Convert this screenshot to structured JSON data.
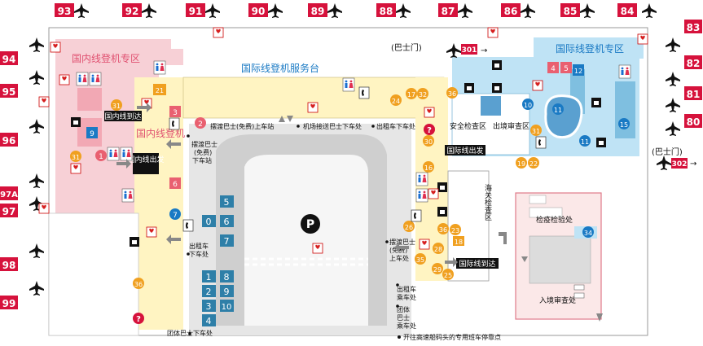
{
  "colors": {
    "gate_red": "#d6123c",
    "domestic_pink": "#f7d0d6",
    "intl_blue": "#bfe3f5",
    "corridor_yellow": "#fff4c2",
    "counter_yellow": "#fbe07a",
    "label_black": "#111111",
    "orange_badge": "#f0a020",
    "pink_badge": "#e96070",
    "blue_badge": "#1a7ac4",
    "teal_badge": "#2e97c9",
    "gray_road": "#dcdcdc",
    "dark_road": "#b9b9b9"
  },
  "gates_top": [
    "93",
    "92",
    "91",
    "90",
    "89",
    "88",
    "87",
    "86",
    "85",
    "84"
  ],
  "gates_left": [
    "94",
    "95",
    "96",
    "97A",
    "97",
    "98",
    "99"
  ],
  "gates_right": [
    "83",
    "82",
    "81",
    "80"
  ],
  "areas": {
    "domestic_checkin": "国内线登机专区",
    "intl_checkin": "国际线登机专区",
    "intl_service": "国际线登机服务台",
    "domestic_arrival": "国内线到达",
    "domestic_boarding": "国内线登机",
    "domestic_departure": "国内线出发",
    "security": "安全检查区",
    "immigration_out": "出境审查区",
    "intl_departure": "国际线出发",
    "customs": "海关检查区",
    "intl_arrival": "国际线到达",
    "quarantine": "检疫检验处",
    "immigration_in": "入境审查处"
  },
  "bus_labels": {
    "bus_top_left": "(巴士门)",
    "bus_top_gate": "301",
    "bus_right_label": "(巴士门)",
    "bus_right_gate": "302"
  },
  "stop_labels": {
    "ferry_bus_top": "摆渡巴士(免费)上车站",
    "ferry_bus_small_1": "摆渡巴士",
    "ferry_bus_small_2": "(免费)",
    "ferry_bus_small_3": "下车站",
    "airport_bus": "机场接送巴士下车处",
    "taxi_drop": "出租车下车处",
    "taxi_drop_left_1": "出租车",
    "taxi_drop_left_2": "下车处",
    "ferry_right_1": "摆渡巴士",
    "ferry_right_2": "(免费)",
    "ferry_right_3": "上车处",
    "taxi_ride_1": "出租车",
    "taxi_ride_2": "乘车处",
    "group_1": "团体",
    "group_2": "巴士",
    "group_3": "乘车处",
    "group_bus_bottom": "团体巴士下车处",
    "ferry_note": "开往高速船码头的专用班车停靠点"
  },
  "parking": "P",
  "aed": "AED",
  "bays_left": [
    "1",
    "2",
    "3",
    "4"
  ],
  "bays_mid": [
    "0",
    "5",
    "6",
    "7",
    "8",
    "9",
    "10"
  ],
  "badges": {
    "b1": "1",
    "b2": "2",
    "b3": "3",
    "b4": "4",
    "b5": "5",
    "b6": "6",
    "b7": "7",
    "b9": "9",
    "b10": "10",
    "b11": "11",
    "b12": "12",
    "b15": "15",
    "b16": "16",
    "b17": "17",
    "b18": "18",
    "b19": "19",
    "b21": "21",
    "b22": "22",
    "b23": "23",
    "b24": "24",
    "b25": "25",
    "b26": "26",
    "b28": "28",
    "b29": "29",
    "b30": "30",
    "b31": "31",
    "b32": "32",
    "b34": "34",
    "b35": "35",
    "b36": "36"
  }
}
